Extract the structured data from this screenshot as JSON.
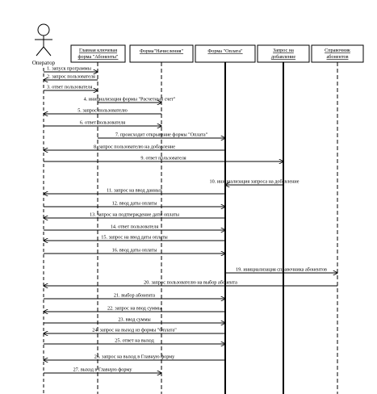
{
  "actor": {
    "name": "Оператор"
  },
  "lifelines": [
    {
      "id": "main",
      "label_lines": [
        "Главная ключевая",
        "форма \"Абоненты\""
      ]
    },
    {
      "id": "accr",
      "label_lines": [
        "Форма\"Начисления\""
      ]
    },
    {
      "id": "pay",
      "label_lines": [
        "Форма \"Оплата\""
      ]
    },
    {
      "id": "add",
      "label_lines": [
        "Запрос на",
        "добавление"
      ]
    },
    {
      "id": "ref",
      "label_lines": [
        "Справочник",
        "абонентов"
      ]
    }
  ],
  "messages": [
    {
      "from": "op",
      "to": "main",
      "text": "1. запуск программы"
    },
    {
      "from": "main",
      "to": "op",
      "text": "2. запрос пользователя"
    },
    {
      "from": "op",
      "to": "main",
      "text": "3. ответ пользователя"
    },
    {
      "from": "main",
      "to": "accr",
      "text": "4. инициализация формы \"Расчетный счет\""
    },
    {
      "from": "accr",
      "to": "op",
      "text": "5. запрос пользователю"
    },
    {
      "from": "op",
      "to": "accr",
      "text": "6. ответ пользователя"
    },
    {
      "from": "main",
      "to": "pay",
      "text": "7. происходит открывание формы \"Оплата\""
    },
    {
      "from": "pay",
      "to": "op",
      "text": "8. запрос пользователю на добавление"
    },
    {
      "from": "op",
      "to": "add",
      "text": "9. ответ пользователя"
    },
    {
      "from": "add",
      "to": "pay",
      "text": "10. инициализация запроса на добавление"
    },
    {
      "from": "pay",
      "to": "op",
      "text": "11. запрос на ввод данных"
    },
    {
      "from": "op",
      "to": "pay",
      "text": "12. ввод даты оплаты"
    },
    {
      "from": "pay",
      "to": "op",
      "text": "13. запрос на подтверждение даты оплаты"
    },
    {
      "from": "op",
      "to": "pay",
      "text": "14. ответ пользователя"
    },
    {
      "from": "pay",
      "to": "op",
      "text": "15. запрос на ввод даты оплаты"
    },
    {
      "from": "op",
      "to": "pay",
      "text": "16. ввод даты оплаты"
    },
    {
      "from": "pay",
      "to": "ref",
      "text": "19. инициализация справочника абонентов"
    },
    {
      "from": "ref",
      "to": "op",
      "text": "20. запрос пользователю на выбор абонента"
    },
    {
      "from": "op",
      "to": "pay",
      "text": "21. выбор абонента"
    },
    {
      "from": "pay",
      "to": "op",
      "text": "22. запрос на ввод суммы"
    },
    {
      "from": "op",
      "to": "pay",
      "text": "23. ввод суммы"
    },
    {
      "from": "pay",
      "to": "op",
      "text": "24. запрос на выход из формы \"Оплата\""
    },
    {
      "from": "op",
      "to": "pay",
      "text": "25. ответ на выход"
    },
    {
      "from": "pay",
      "to": "op",
      "text": "26. запрос на выход в Главную форму"
    },
    {
      "from": "op",
      "to": "accr",
      "text": "27. выход в Главную форму"
    }
  ]
}
